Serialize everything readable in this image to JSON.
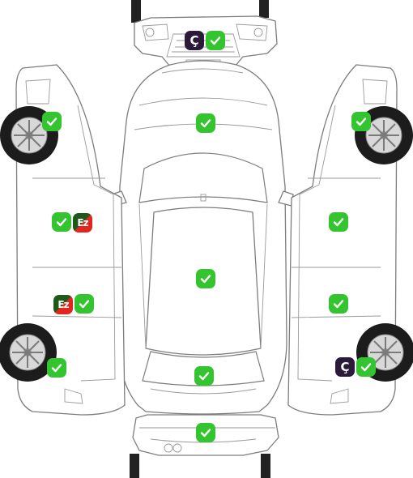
{
  "diagram": {
    "icons": {
      "ok": "checkmark-icon",
      "letter": "letter-badge-icon"
    },
    "colors": {
      "ok_badge": "#34c42f",
      "letter_badge": "#2b1a3a",
      "ez_green": "#1d5a1a",
      "ez_red": "#e0261f"
    },
    "panels": [
      {
        "id": "front-bumper",
        "status": "ok",
        "tag": "Ç"
      },
      {
        "id": "hood",
        "status": "ok"
      },
      {
        "id": "roof",
        "status": "ok"
      },
      {
        "id": "trunk",
        "status": "ok"
      },
      {
        "id": "rear-bumper",
        "status": "ok"
      },
      {
        "id": "left-front-fender",
        "status": "ok"
      },
      {
        "id": "left-front-door",
        "status": "ok",
        "tag": "Ez"
      },
      {
        "id": "left-rear-door",
        "status": "ok",
        "tag": "Ez"
      },
      {
        "id": "left-rear-fender",
        "status": "ok"
      },
      {
        "id": "right-front-fender",
        "status": "ok"
      },
      {
        "id": "right-front-door",
        "status": "ok"
      },
      {
        "id": "right-rear-door",
        "status": "ok"
      },
      {
        "id": "right-rear-fender",
        "status": "ok",
        "tag": "Ç"
      }
    ]
  }
}
